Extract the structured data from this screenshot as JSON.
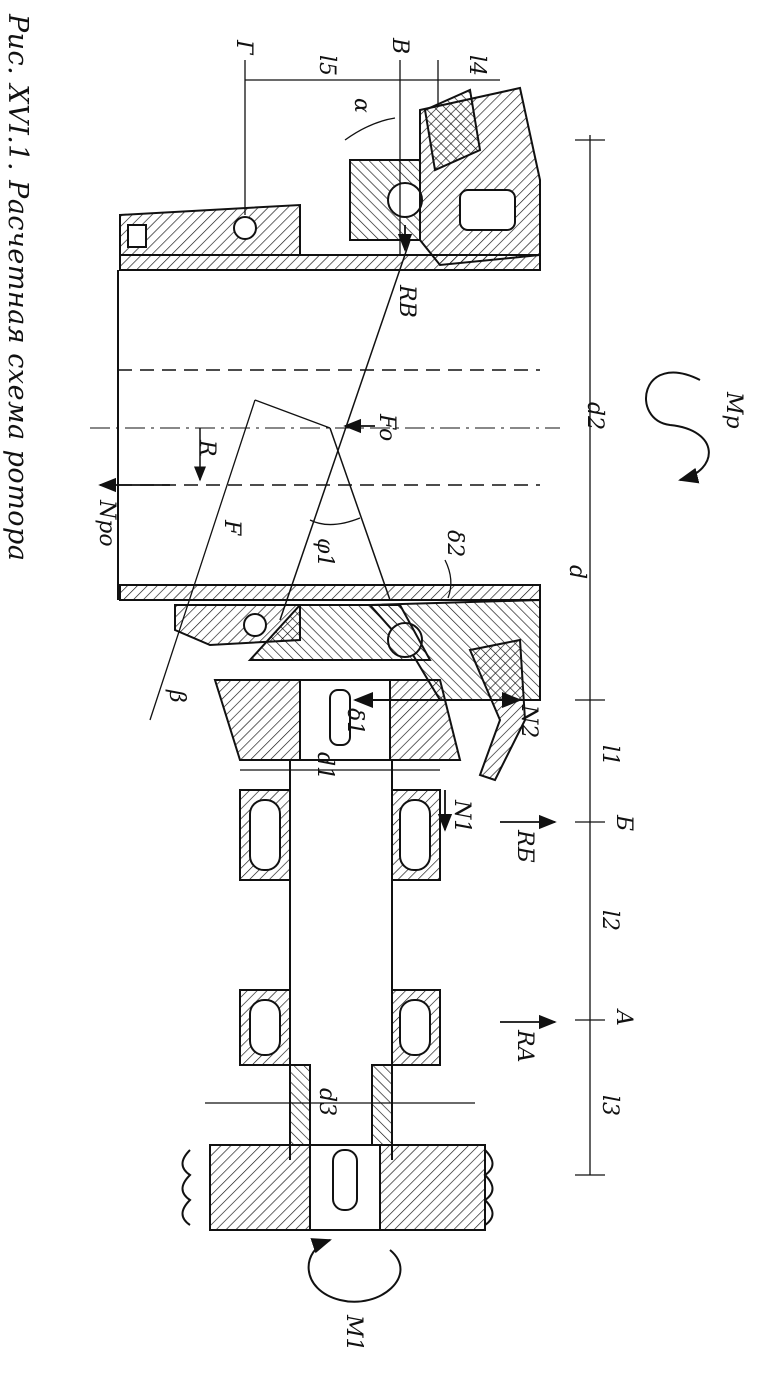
{
  "figure": {
    "caption": "Рис. XVI.1. Расчетная схема ротора",
    "labels": {
      "G": "Г",
      "V": "В",
      "l5": "l5",
      "l4": "l4",
      "alpha": "α",
      "Mp": "Mp",
      "d2": "d2",
      "Fo": "Fo",
      "R": "R",
      "F": "F",
      "Npo": "Npo",
      "phi": "φ1",
      "d": "d",
      "delta2": "δ2",
      "Rv": "RВ",
      "N2": "N2",
      "N1": "N1",
      "l1": "l1",
      "B_label": "Б",
      "RB": "RБ",
      "d1": "d1",
      "beta": "β",
      "delta1": "δ1",
      "l2": "l2",
      "A": "A",
      "RA": "RA",
      "l3": "l3",
      "d3": "d3",
      "M1": "M1"
    }
  }
}
